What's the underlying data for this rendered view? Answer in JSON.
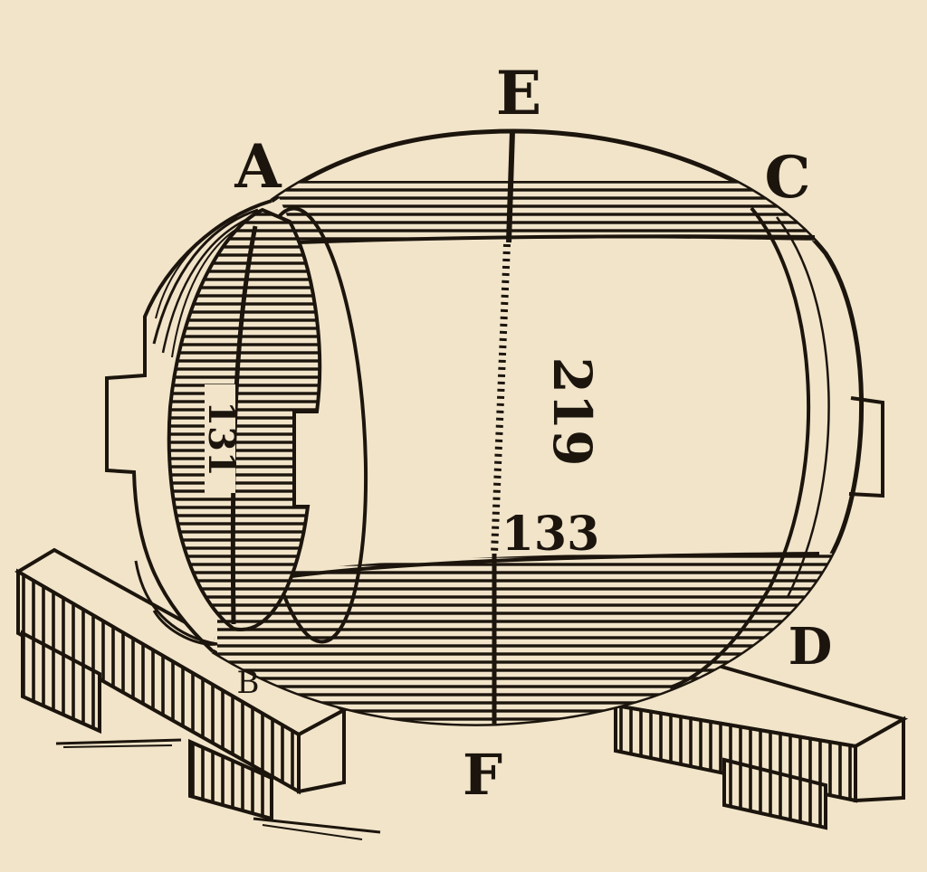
{
  "figure": {
    "labels": {
      "A": "A",
      "B": "B",
      "C": "C",
      "D": "D",
      "E": "E",
      "F": "F"
    },
    "measures": {
      "end_diameter": "131",
      "middle_upper": "219",
      "middle_lower": "133"
    },
    "colors": {
      "paper": "#f1e4c9",
      "ink": "#1c150d"
    }
  }
}
